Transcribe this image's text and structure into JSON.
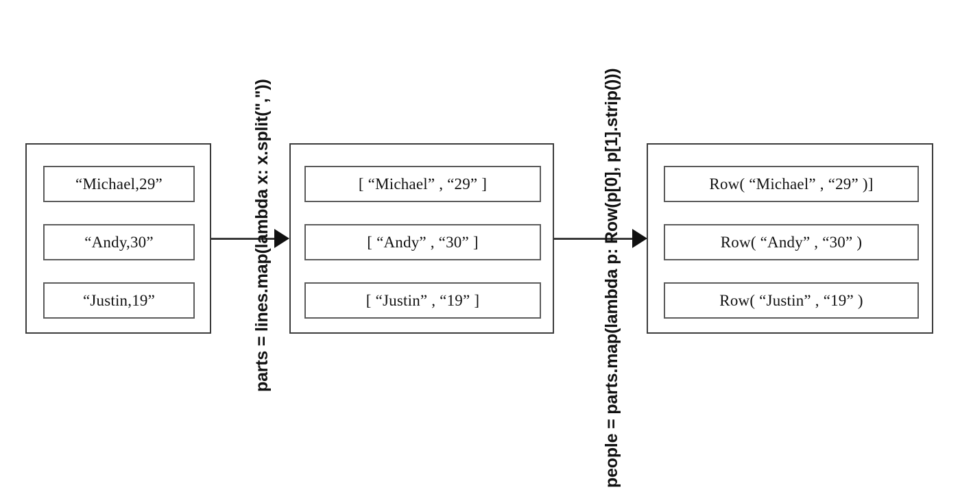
{
  "diagram": {
    "type": "pipeline-flow",
    "title": "RDD map transformation pipeline",
    "orientation": "left-to-right",
    "colors": {
      "background": "#ffffff",
      "stage_border": "#3a3a3a",
      "cell_border": "#5a5a5a",
      "text": "#111111",
      "arrow": "#111111"
    },
    "stages": [
      {
        "id": "stage-1",
        "name": "lines",
        "cells": [
          "“Michael,29”",
          "“Andy,30”",
          "“Justin,19”"
        ]
      },
      {
        "id": "stage-2",
        "name": "parts",
        "cells": [
          "[ “Michael” , “29” ]",
          "[ “Andy” , “30” ]",
          "[ “Justin” , “19” ]"
        ]
      },
      {
        "id": "stage-3",
        "name": "people",
        "cells": [
          "Row( “Michael” , “29” )]",
          "Row( “Andy” , “30” )",
          "Row( “Justin” , “19” )"
        ]
      }
    ],
    "transitions": [
      {
        "id": "transition-1",
        "from": "stage-1",
        "to": "stage-2",
        "label": "parts = lines.map(lambda x: x.split(\",\"))"
      },
      {
        "id": "transition-2",
        "from": "stage-2",
        "to": "stage-3",
        "label": "people = parts.map(lambda p: Row(p[0], p[1].strip()))"
      }
    ]
  }
}
